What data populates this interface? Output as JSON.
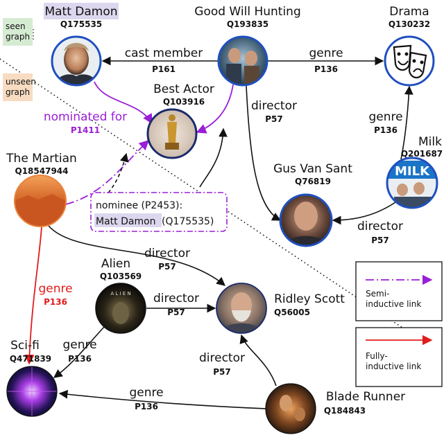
{
  "legend": {
    "seen_graph": "seen\ngraph",
    "unseen_graph": "unseen\ngraph",
    "semi_inductive": "Semi-\ninductive link",
    "fully_inductive": "Fully-\ninductive link",
    "colors": {
      "seen": "#d6ecd2",
      "unseen": "#f7dcc2",
      "semi": "#9a1fd6",
      "fully": "#e21b1b",
      "ring": "#1f4fbf",
      "highlight": "#dcd7ee"
    }
  },
  "nodes": {
    "matt_damon": {
      "label": "Matt Damon",
      "qid": "Q175535"
    },
    "good_will_hunting": {
      "label": "Good Will Hunting",
      "qid": "Q193835"
    },
    "drama": {
      "label": "Drama",
      "qid": "Q130232"
    },
    "best_actor": {
      "label": "Best Actor",
      "qid": "Q103916"
    },
    "milk": {
      "label": "Milk",
      "qid": "Q201687",
      "poster_text": "MILK"
    },
    "the_martian": {
      "label": "The Martian",
      "qid": "Q18547944"
    },
    "gus_van_sant": {
      "label": "Gus Van Sant",
      "qid": "Q76819"
    },
    "alien": {
      "label": "Alien",
      "qid": "Q103569",
      "poster_text": "A L I E N"
    },
    "ridley_scott": {
      "label": "Ridley Scott",
      "qid": "Q56005"
    },
    "sci_fi": {
      "label": "Sci-fi",
      "qid": "Q471839"
    },
    "blade_runner": {
      "label": "Blade Runner",
      "qid": "Q184843"
    }
  },
  "edges": {
    "cast_member": {
      "label": "cast member",
      "pid": "P161"
    },
    "genre_gwh_drama": {
      "label": "genre",
      "pid": "P136"
    },
    "director_gwh_gvs": {
      "label": "director",
      "pid": "P57"
    },
    "genre_milk_drama": {
      "label": "genre",
      "pid": "P136"
    },
    "director_milk_gvs": {
      "label": "director",
      "pid": "P57"
    },
    "nominated_for": {
      "label": "nominated for",
      "pid": "P1411"
    },
    "director_martian_rs": {
      "label": "director",
      "pid": "P57"
    },
    "director_alien_rs": {
      "label": "director",
      "pid": "P57"
    },
    "genre_martian_scifi": {
      "label": "genre",
      "pid": "P136"
    },
    "genre_alien_scifi": {
      "label": "genre",
      "pid": "P136"
    },
    "director_br_rs": {
      "label": "director",
      "pid": "P57"
    },
    "genre_br_scifi": {
      "label": "genre",
      "pid": "P136"
    }
  },
  "qualifier": {
    "line1": "nominee (P2453):",
    "line2_name": "Matt Damon",
    "line2_qid": "(Q175535)"
  }
}
